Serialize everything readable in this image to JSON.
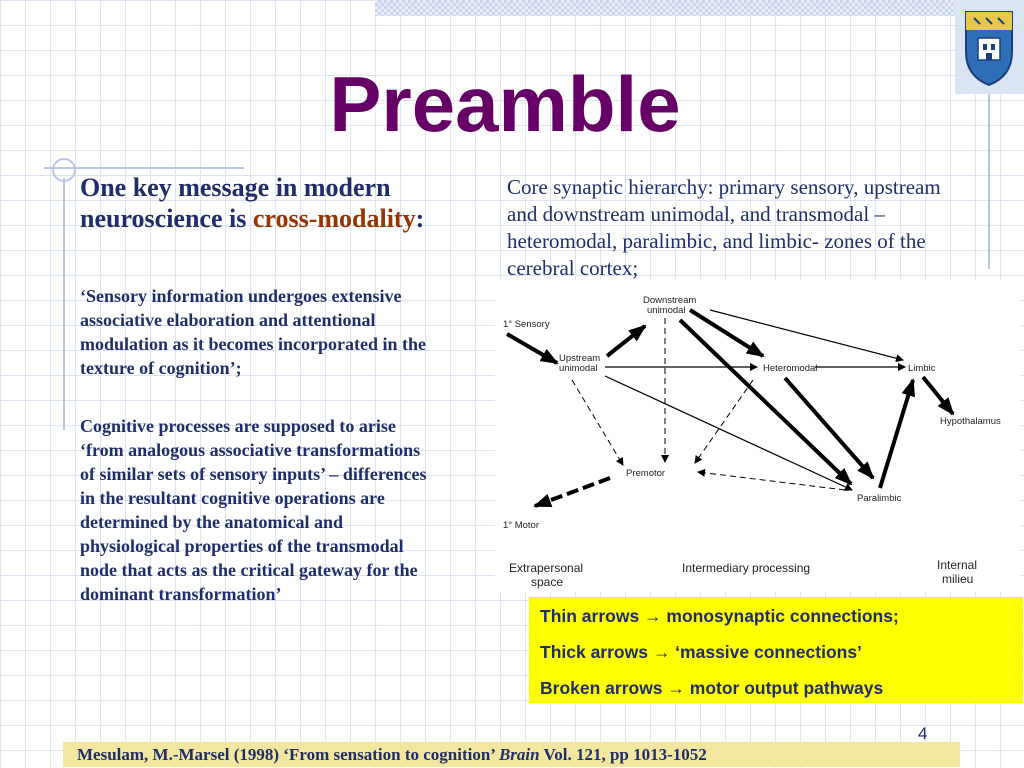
{
  "slide": {
    "title": "Preamble",
    "page_number": "4"
  },
  "left_column": {
    "lead_part1": "One key message in modern neuroscience is ",
    "lead_accent": "cross-modality",
    "lead_colon": ":",
    "paragraph1": "‘Sensory information undergoes extensive associative elaboration and attentional modulation as it becomes incorporated in the texture of cognition’;",
    "paragraph2": "Cognitive processes are supposed to arise ‘from analogous associative transformations of similar sets of sensory inputs’ – differences in the resultant cognitive operations are determined by the anatomical and physiological properties of the transmodal node that acts as the critical gateway for the dominant transformation’"
  },
  "right_column": {
    "core_text": "Core synaptic hierarchy: primary sensory, upstream and downstream unimodal, and transmodal –heteromodal, paralimbic, and limbic- zones of the cerebral cortex;"
  },
  "diagram": {
    "nodes": {
      "primary_sensory": "1° Sensory",
      "downstream_1": "Downstream",
      "downstream_2": "unimodal",
      "upstream_1": "Upstream",
      "upstream_2": "unimodal",
      "heteromodal": "Heteromodal",
      "limbic": "Limbic",
      "hypothalamus": "Hypothalamus",
      "premotor": "Premotor",
      "paralimbic": "Paralimbic",
      "primary_motor": "1° Motor"
    },
    "bottom_labels": {
      "extrapersonal_1": "Extrapersonal",
      "extrapersonal_2": "space",
      "intermediary": "Intermediary processing",
      "internal_1": "Internal",
      "internal_2": "milieu"
    }
  },
  "legend": {
    "thin": "Thin arrows → monosynaptic connections;",
    "thick": "Thick arrows → ‘massive connections’",
    "broken": "Broken arrows → motor output pathways"
  },
  "citation": {
    "part1": "Mesulam, M.-Marsel (1998) ‘From sensation to cognition’ ",
    "journal": "Brain",
    "part2": " Vol. 121, pp 1013-1052"
  },
  "colors": {
    "title": "#660066",
    "body_text": "#1f2d6b",
    "accent": "#993300",
    "legend_bg": "#ffff00",
    "citation_bg": "#f2e6a0"
  }
}
